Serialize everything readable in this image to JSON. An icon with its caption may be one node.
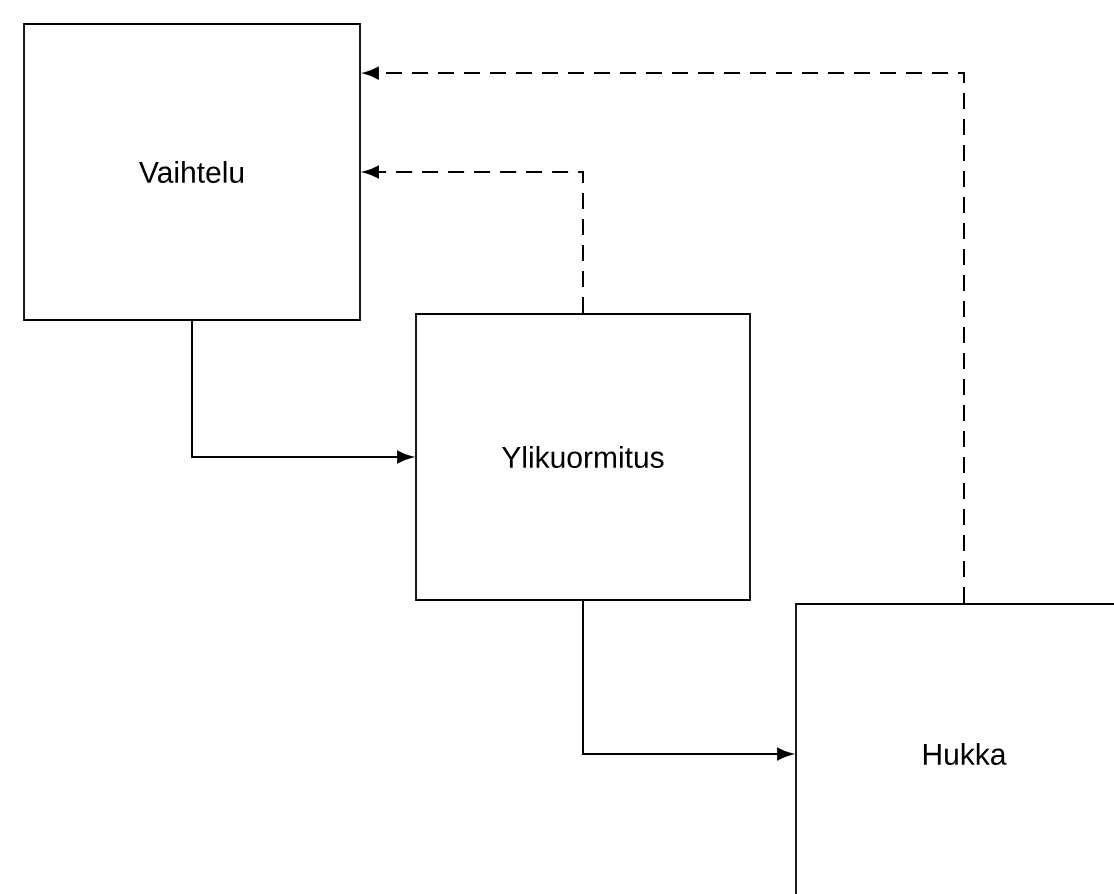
{
  "diagram": {
    "nodes": [
      {
        "text": [
          "Vaihtelu"
        ]
      },
      {
        "text": [
          "Ylikuormitus"
        ]
      },
      {
        "text": [
          "Hukka"
        ]
      }
    ],
    "edges": [
      {
        "from": 0,
        "to": 1,
        "arrow": "to"
      },
      {
        "from": 1,
        "to": 2,
        "arrow": "to"
      },
      {
        "from": 1,
        "to": 0,
        "arrow": "to",
        "style": "dashed"
      },
      {
        "from": 2,
        "to": 0,
        "arrow": "to",
        "style": "dashed"
      }
    ]
  }
}
